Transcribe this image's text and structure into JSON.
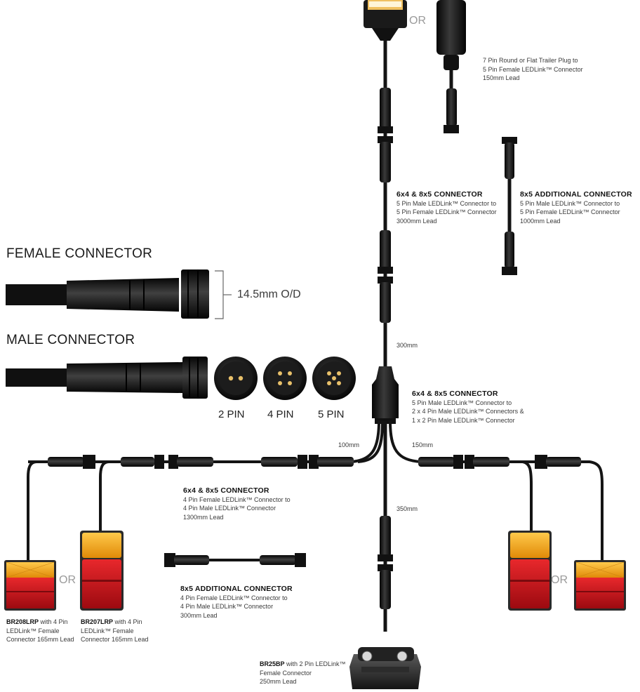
{
  "headings": {
    "female_connector": "FEMALE CONNECTOR",
    "male_connector": "MALE CONNECTOR",
    "od": "14.5mm O/D"
  },
  "pins": {
    "two": "2 PIN",
    "four": "4 PIN",
    "five": "5 PIN"
  },
  "or_text": "OR",
  "plug_label": {
    "line1": "7 Pin Round or Flat Trailer Plug to",
    "line2": "5 Pin Female LEDLink™ Connector",
    "line3": "150mm Lead"
  },
  "main_connector": {
    "title": "6x4 & 8x5 CONNECTOR",
    "line1": "5 Pin Male LEDLink™ Connector to",
    "line2": "5 Pin Female LEDLink™ Connector",
    "line3": "3000mm Lead"
  },
  "additional_5pin": {
    "title": "8x5 ADDITIONAL CONNECTOR",
    "line1": "5 Pin Male LEDLink™ Connector to",
    "line2": "5 Pin Female LEDLink™ Connector",
    "line3": "1000mm Lead"
  },
  "splitter": {
    "title": "6x4 & 8x5 CONNECTOR",
    "line1": "5 Pin Male LEDLink™ Connector to",
    "line2": "2 x 4 Pin Male LEDLink™ Connectors &",
    "line3": "1 x 2 Pin Male LEDLink™ Connector"
  },
  "lead_4pin": {
    "title": "6x4 & 8x5 CONNECTOR",
    "line1": "4 Pin Female LEDLink™ Connector to",
    "line2": "4 Pin Male LEDLink™ Connector",
    "line3": "1300mm Lead"
  },
  "additional_4pin": {
    "title": "8x5 ADDITIONAL CONNECTOR",
    "line1": "4 Pin Female LEDLink™ Connector to",
    "line2": "4 Pin Male LEDLink™ Connector",
    "line3": "300mm Lead"
  },
  "dimensions": {
    "d300": "300mm",
    "d100": "100mm",
    "d150": "150mm",
    "d350": "350mm"
  },
  "lamps": {
    "br208": {
      "model": "BR208LRP",
      "line1": " with 4 Pin",
      "line2": "LEDLink™ Female",
      "line3": "Connector 165mm Lead"
    },
    "br207": {
      "model": "BR207LRP",
      "line1": " with 4 Pin",
      "line2": "LEDLink™ Female",
      "line3": "Connector 165mm Lead"
    }
  },
  "plate_lamp": {
    "model": "BR25BP",
    "line1": " with 2 Pin LEDLink™",
    "line2": "Female Connector",
    "line3": "250mm Lead"
  },
  "colors": {
    "cable": "#141414",
    "amber": "#f6a21a",
    "red": "#c8141c",
    "dark_red": "#7a0a0e",
    "or_gray": "#9a9a9a"
  }
}
